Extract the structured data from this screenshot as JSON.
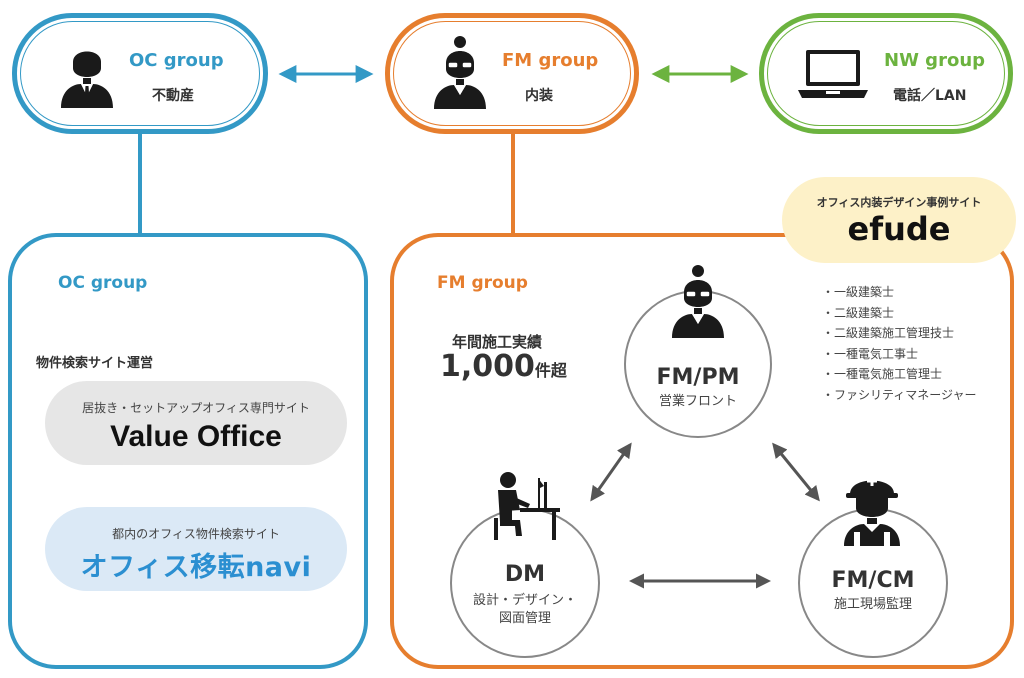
{
  "top": {
    "oc": {
      "title": "OC group",
      "subtitle": "不動産",
      "icon": "businessman-icon",
      "color": "#3399c6"
    },
    "fm": {
      "title": "FM group",
      "subtitle": "内装",
      "icon": "businesswoman-icon",
      "color": "#e67e2e"
    },
    "nw": {
      "title": "NW group",
      "subtitle": "電話／LAN",
      "icon": "laptop-icon",
      "color": "#6cb33f"
    }
  },
  "oc_panel": {
    "title": "OC group",
    "section_label": "物件検索サイト運営",
    "sites": [
      {
        "caption": "居抜き・セットアップオフィス専門サイト",
        "name": "Value Office"
      },
      {
        "caption": "都内のオフィス物件検索サイト",
        "name": "オフィス移転navi"
      }
    ]
  },
  "fm_panel": {
    "title": "FM group",
    "stat_label": "年間施工実績",
    "stat_value": "1,000",
    "stat_suffix": "件超",
    "efude": {
      "caption": "オフィス内装デザイン事例サイト",
      "name": "efude"
    },
    "qualifications": [
      "・一級建築士",
      "・二級建築士",
      "・二級建築施工管理技士",
      "・一種電気工事士",
      "・一種電気施工管理士",
      "・ファシリティマネージャー"
    ],
    "roles": {
      "fmpm": {
        "title": "FM/PM",
        "subtitle": "営業フロント"
      },
      "dm": {
        "title": "DM",
        "subtitle_line1": "設計・デザイン・",
        "subtitle_line2": "図面管理"
      },
      "fmcm": {
        "title": "FM/CM",
        "subtitle": "施工現場監理"
      }
    }
  }
}
